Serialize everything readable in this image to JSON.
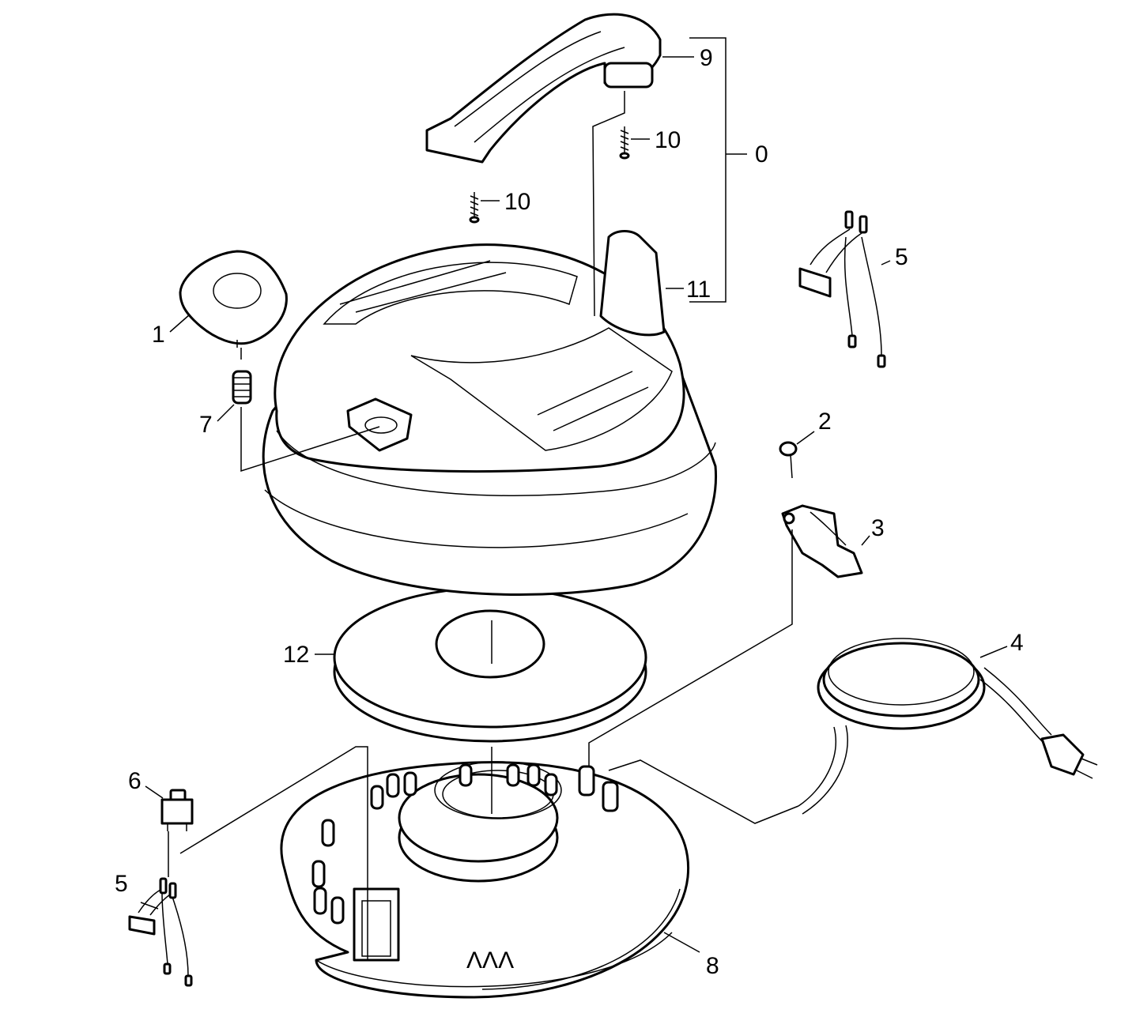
{
  "labels": {
    "n0": "0",
    "n1": "1",
    "n2": "2",
    "n3": "3",
    "n4": "4",
    "n5a": "5",
    "n5b": "5",
    "n6": "6",
    "n7": "7",
    "n8": "8",
    "n9": "9",
    "n10a": "10",
    "n10b": "10",
    "n11": "11",
    "n12": "12"
  },
  "logo_text": "ΛΛΛ",
  "colors": {
    "line": "#000000",
    "fill": "#ffffff"
  }
}
